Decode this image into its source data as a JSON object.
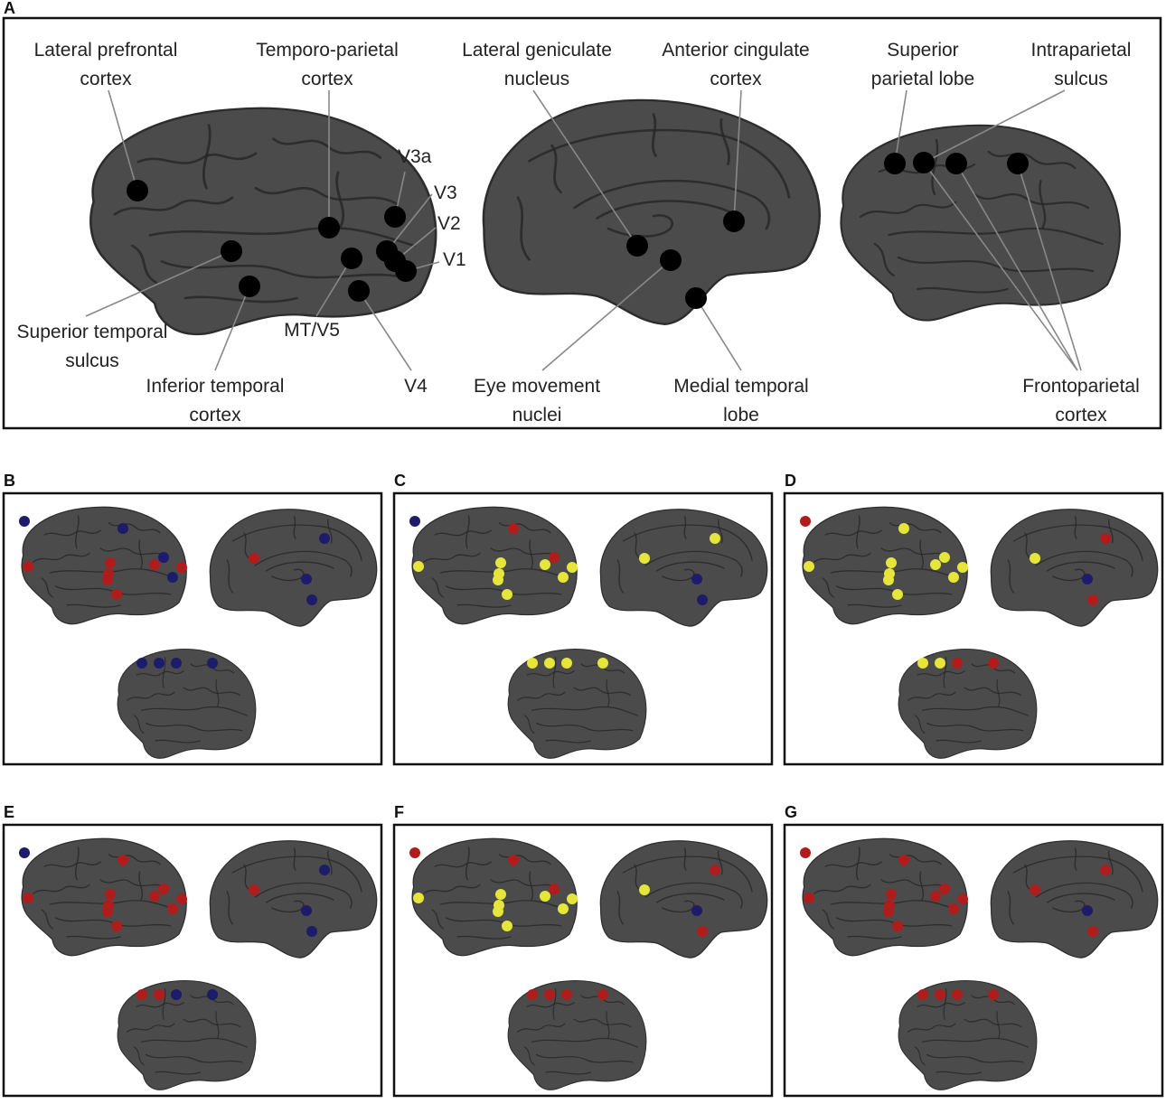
{
  "panel_letters": [
    "A",
    "B",
    "C",
    "D",
    "E",
    "F",
    "G"
  ],
  "panel_a": {
    "labels": [
      {
        "id": "lpfc",
        "lines": [
          "Lateral prefrontal",
          "cortex"
        ]
      },
      {
        "id": "tpc",
        "lines": [
          "Temporo-parietal",
          "cortex"
        ]
      },
      {
        "id": "v3a",
        "lines": [
          "V3a"
        ]
      },
      {
        "id": "v3",
        "lines": [
          "V3"
        ]
      },
      {
        "id": "v2",
        "lines": [
          "V2"
        ]
      },
      {
        "id": "v1",
        "lines": [
          "V1"
        ]
      },
      {
        "id": "sts",
        "lines": [
          "Superior temporal",
          "sulcus"
        ]
      },
      {
        "id": "mt",
        "lines": [
          "MT/V5"
        ]
      },
      {
        "id": "it",
        "lines": [
          "Inferior temporal",
          "cortex"
        ]
      },
      {
        "id": "v4",
        "lines": [
          "V4"
        ]
      },
      {
        "id": "lgn",
        "lines": [
          "Lateral geniculate",
          "nucleus"
        ]
      },
      {
        "id": "acc",
        "lines": [
          "Anterior cingulate",
          "cortex"
        ]
      },
      {
        "id": "eye",
        "lines": [
          "Eye movement",
          "nuclei"
        ]
      },
      {
        "id": "mtl",
        "lines": [
          "Medial temporal",
          "lobe"
        ]
      },
      {
        "id": "spl",
        "lines": [
          "Superior",
          "parietal lobe"
        ]
      },
      {
        "id": "ips",
        "lines": [
          "Intraparietal",
          "sulcus"
        ]
      },
      {
        "id": "fpc",
        "lines": [
          "Frontoparietal",
          "cortex"
        ]
      }
    ]
  },
  "colors": {
    "black": "#000000",
    "red": "#b01c1c",
    "yellow": "#e6e63a",
    "blue": "#1c1c6a",
    "brain": "#4b4b4b"
  },
  "small_panels": [
    {
      "id": "B",
      "lateral": [
        "blue",
        "blue",
        "blue",
        "blue",
        "red",
        "red",
        "red",
        "red",
        "red",
        "red",
        "red"
      ],
      "medial": [
        "red",
        "blue",
        "blue",
        "blue"
      ],
      "top": [
        "blue",
        "blue",
        "blue",
        "blue"
      ]
    },
    {
      "id": "C",
      "lateral": [
        "blue",
        "red",
        "red",
        "yellow",
        "yellow",
        "yellow",
        "yellow",
        "yellow",
        "yellow",
        "yellow",
        "yellow"
      ],
      "medial": [
        "yellow",
        "yellow",
        "blue",
        "blue"
      ],
      "top": [
        "yellow",
        "yellow",
        "yellow",
        "yellow"
      ]
    },
    {
      "id": "D",
      "lateral": [
        "red",
        "yellow",
        "yellow",
        "yellow",
        "yellow",
        "yellow",
        "yellow",
        "yellow",
        "yellow",
        "yellow",
        "yellow"
      ],
      "medial": [
        "yellow",
        "red",
        "blue",
        "red"
      ],
      "top": [
        "yellow",
        "yellow",
        "red",
        "red"
      ]
    },
    {
      "id": "E",
      "lateral": [
        "blue",
        "red",
        "red",
        "red",
        "red",
        "red",
        "red",
        "red",
        "red",
        "red",
        "red"
      ],
      "medial": [
        "red",
        "blue",
        "blue",
        "blue"
      ],
      "top": [
        "red",
        "red",
        "blue",
        "blue"
      ]
    },
    {
      "id": "F",
      "lateral": [
        "red",
        "red",
        "red",
        "yellow",
        "yellow",
        "yellow",
        "yellow",
        "yellow",
        "yellow",
        "yellow",
        "yellow"
      ],
      "medial": [
        "yellow",
        "red",
        "blue",
        "red"
      ],
      "top": [
        "red",
        "red",
        "red",
        "red"
      ]
    },
    {
      "id": "G",
      "lateral": [
        "red",
        "red",
        "red",
        "red",
        "red",
        "red",
        "red",
        "red",
        "red",
        "red",
        "red"
      ],
      "medial": [
        "red",
        "red",
        "blue",
        "red"
      ],
      "top": [
        "red",
        "red",
        "red",
        "red"
      ]
    }
  ]
}
